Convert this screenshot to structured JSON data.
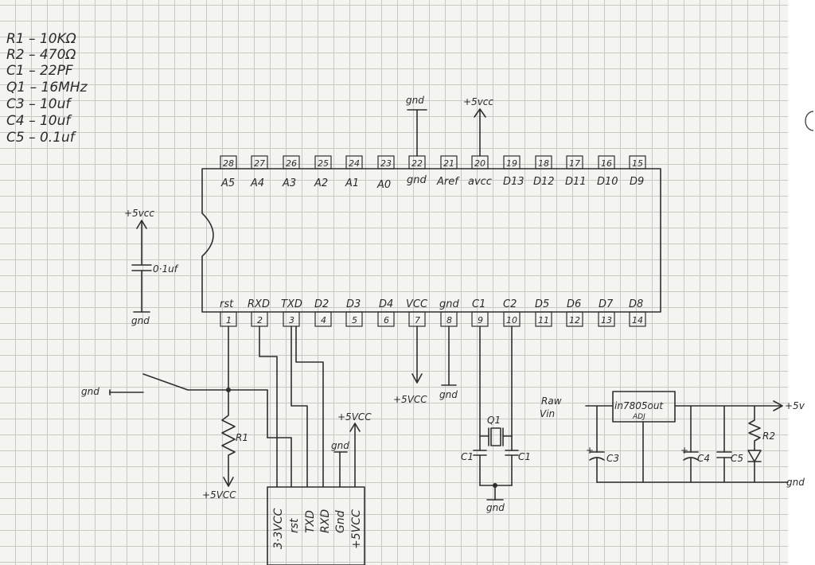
{
  "bom": [
    "R1 – 10KΩ",
    "R2 – 470Ω",
    "C1 – 22PF",
    "Q1 – 16MHz",
    "C3 – 10uf",
    "C4 – 10uf",
    "C5 – 0.1uf"
  ],
  "ic_top_pins": [
    {
      "num": "28",
      "label": "A5"
    },
    {
      "num": "27",
      "label": "A4"
    },
    {
      "num": "26",
      "label": "A3"
    },
    {
      "num": "25",
      "label": "A2"
    },
    {
      "num": "24",
      "label": "A1"
    },
    {
      "num": "23",
      "label": "A0"
    },
    {
      "num": "22",
      "label": "gnd"
    },
    {
      "num": "21",
      "label": "Aref"
    },
    {
      "num": "20",
      "label": "avcc"
    },
    {
      "num": "19",
      "label": "D13"
    },
    {
      "num": "18",
      "label": "D12"
    },
    {
      "num": "17",
      "label": "D11"
    },
    {
      "num": "16",
      "label": "D10"
    },
    {
      "num": "15",
      "label": "D9"
    }
  ],
  "ic_bottom_pins": [
    {
      "num": "1",
      "label": "rst"
    },
    {
      "num": "2",
      "label": "RXD"
    },
    {
      "num": "3",
      "label": "TXD"
    },
    {
      "num": "4",
      "label": "D2"
    },
    {
      "num": "5",
      "label": "D3"
    },
    {
      "num": "6",
      "label": "D4"
    },
    {
      "num": "7",
      "label": "VCC"
    },
    {
      "num": "8",
      "label": "gnd"
    },
    {
      "num": "9",
      "label": "C1"
    },
    {
      "num": "10",
      "label": "C2"
    },
    {
      "num": "11",
      "label": "D5"
    },
    {
      "num": "12",
      "label": "D6"
    },
    {
      "num": "13",
      "label": "D7"
    },
    {
      "num": "14",
      "label": "D8"
    }
  ],
  "labels": {
    "gnd": "gnd",
    "plus5vcc": "+5VCC",
    "plus5vcc_lower": "+5vcc",
    "decoupling_cap": "0·1uf",
    "r1": "R1",
    "r2": "R2",
    "q1": "Q1",
    "c1": "C1",
    "c3": "C3",
    "c4": "C4",
    "c5": "C5",
    "raw": "Raw",
    "vin": "Vin",
    "regulator": "in7805out",
    "regulator_adj": "ADJ",
    "plus5v": "+5v"
  },
  "header_pins": [
    "3·3VCC",
    "rst",
    "TXD",
    "RXD",
    "Gnd",
    "+5VCC"
  ]
}
